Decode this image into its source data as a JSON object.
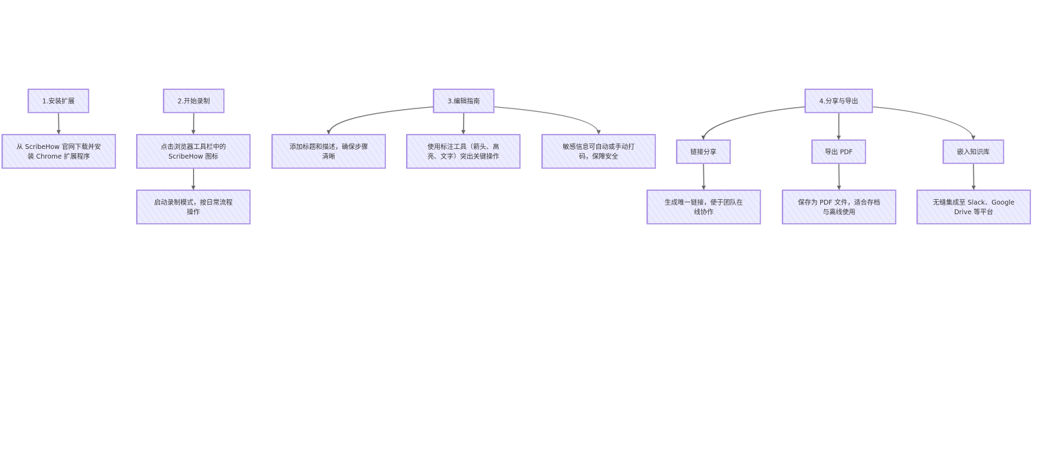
{
  "diagram": {
    "colors": {
      "node_fill": "#ECECFF",
      "node_border": "#9370DB",
      "edge": "#555555",
      "text": "#333333"
    },
    "nodes": {
      "s1": {
        "lines": [
          "1.安装扩展"
        ]
      },
      "s1a": {
        "lines": [
          "从 ScribeHow 官网下载并安",
          "装 Chrome 扩展程序"
        ]
      },
      "s2": {
        "lines": [
          "2.开始录制"
        ]
      },
      "s2a": {
        "lines": [
          "点击浏览器工具栏中的",
          "ScribeHow 图标"
        ]
      },
      "s2b": {
        "lines": [
          "启动录制模式，按日常流程",
          "操作"
        ]
      },
      "s3": {
        "lines": [
          "3.编辑指南"
        ]
      },
      "s3a": {
        "lines": [
          "添加标题和描述，确保步骤",
          "清晰"
        ]
      },
      "s3b": {
        "lines": [
          "使用标注工具（箭头、高",
          "亮、文字）突出关键操作"
        ]
      },
      "s3c": {
        "lines": [
          "敏感信息可自动或手动打",
          "码，保障安全"
        ]
      },
      "s4": {
        "lines": [
          "4.分享与导出"
        ]
      },
      "s4a": {
        "lines": [
          "链接分享"
        ]
      },
      "s4b": {
        "lines": [
          "导出 PDF"
        ]
      },
      "s4c": {
        "lines": [
          "嵌入知识库"
        ]
      },
      "s4a1": {
        "lines": [
          "生成唯一链接，便于团队在",
          "线协作"
        ]
      },
      "s4b1": {
        "lines": [
          "保存为 PDF 文件，适合存档",
          "与离线使用"
        ]
      },
      "s4c1": {
        "lines": [
          "无缝集成至 Slack、Google",
          "Drive 等平台"
        ]
      }
    }
  }
}
